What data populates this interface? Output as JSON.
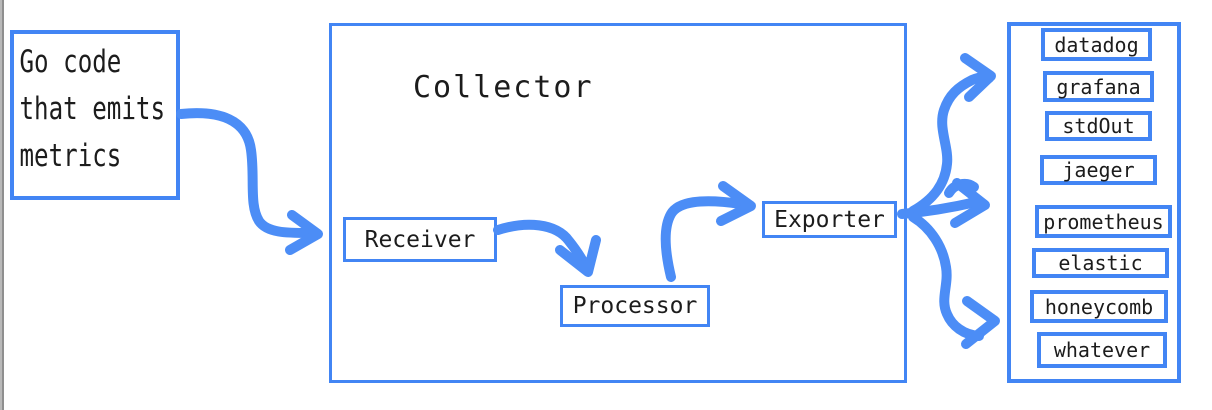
{
  "colors": {
    "accent_blue": "#4285f4",
    "arrow_blue": "#4c8df6",
    "text": "#1c1c1c",
    "edge_gray": "#b9b9b9",
    "edge_line_gray": "#8f8f8f",
    "background": "#ffffff"
  },
  "source_box": {
    "line1": "Go code",
    "line2": "that emits",
    "line3": "metrics"
  },
  "collector": {
    "title": "Collector",
    "receiver": "Receiver",
    "processor": "Processor",
    "exporter": "Exporter"
  },
  "destinations": {
    "items": [
      "datadog",
      "grafana",
      "stdOut",
      "jaeger",
      "prometheus",
      "elastic",
      "honeycomb",
      "whatever"
    ]
  }
}
